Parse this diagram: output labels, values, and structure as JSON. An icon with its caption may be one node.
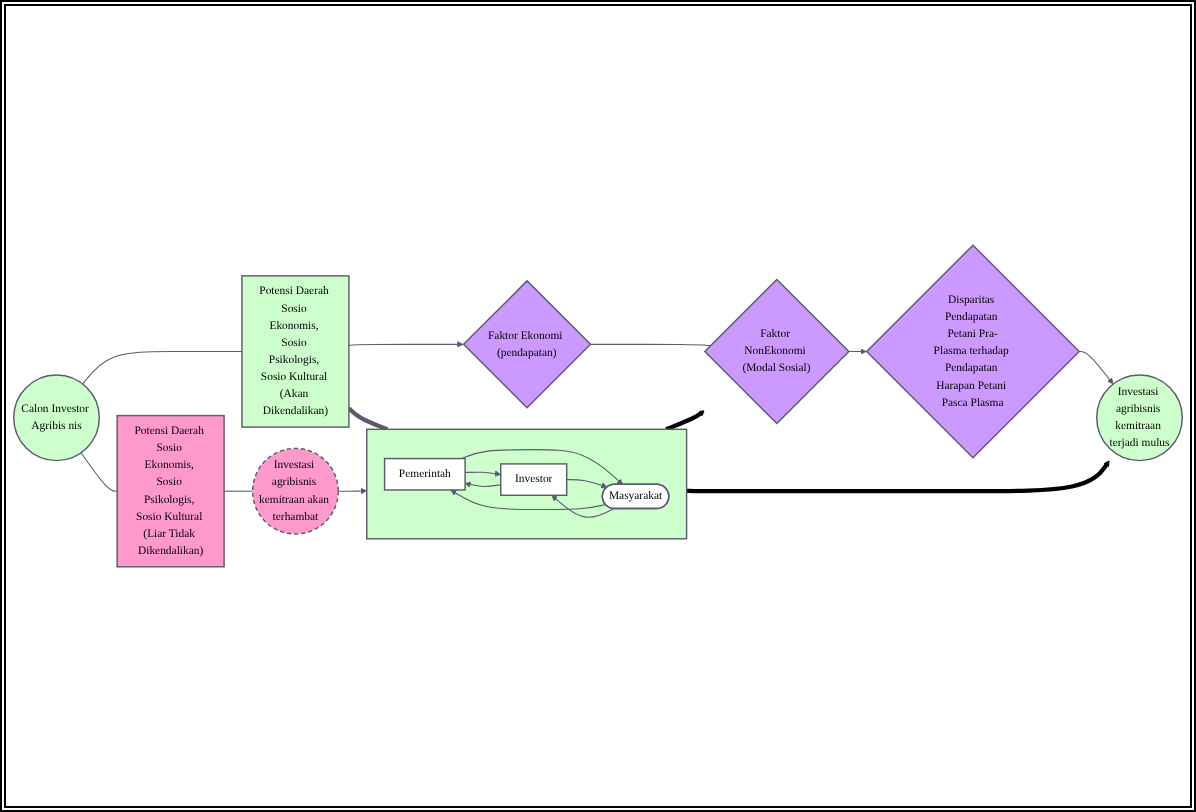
{
  "diagram": {
    "nodes": [
      {
        "text": [
          "Calon Investor Agribis nis"
        ]
      },
      {
        "text": [
          "Potensi Daerah Sosio Ekonomis, Sosio Psikologis, Sosio Kultural (Akan Dikendalikan)"
        ]
      },
      {
        "text": [
          "Potensi Daerah Sosio Ekonomis, Sosio Psikologis, Sosio Kultural (Liar Tidak Dikendalikan)"
        ]
      },
      {
        "text": [
          "Faktor Ekonomi (pendapatan)"
        ]
      },
      {
        "text": [
          "Faktor NonEkonomi (Modal Sosial)"
        ]
      },
      {
        "text": [
          "Disparitas Pendapatan Petani Pra-Plasma terhadap Pendapatan Harapan Petani Pasca Plasma"
        ]
      },
      {
        "text": [],
        "shape": "box"
      },
      {
        "text": [
          "Pemerintah"
        ],
        "in": 6
      },
      {
        "text": [
          "Investor"
        ],
        "in": 6
      },
      {
        "text": [
          "Masyarakat"
        ],
        "in": 6
      },
      {
        "text": [
          "Investasi agribisnis kemitraan terjadi mulus"
        ]
      },
      {
        "text": [
          "Investasi agribisnis kemitraan akan terhambat"
        ]
      }
    ],
    "edges": [
      {
        "from": 0,
        "to": 1,
        "arrow": "none"
      },
      {
        "from": 0,
        "to": 2,
        "arrow": "none"
      },
      {
        "from": 1,
        "to": 6,
        "arrow": "none",
        "style": "thick"
      },
      {
        "from": 1,
        "to": 3,
        "arrow": "to"
      },
      {
        "from": 6,
        "to": 4,
        "arrow": "to",
        "style": "thick",
        "color": "#000000"
      },
      {
        "from": 3,
        "to": 4,
        "arrow": "none"
      },
      {
        "from": 4,
        "to": 5,
        "arrow": "to"
      },
      {
        "from": 5,
        "to": 10,
        "arrow": "to"
      },
      {
        "from": 6,
        "to": 10,
        "arrow": "to",
        "style": "thick",
        "color": "#000000"
      },
      {
        "from": 2,
        "to": 11,
        "arrow": "none"
      },
      {
        "from": 11,
        "to": 6,
        "arrow": "to"
      },
      {
        "from": 7,
        "to": 8,
        "arrow": "to"
      },
      {
        "from": 8,
        "to": 7,
        "arrow": "to"
      },
      {
        "from": 7,
        "to": 9,
        "arrow": "to"
      },
      {
        "from": 9,
        "to": 7,
        "arrow": "to"
      },
      {
        "from": 8,
        "to": 9,
        "arrow": "to"
      },
      {
        "from": 9,
        "to": 8,
        "arrow": "to"
      }
    ]
  }
}
